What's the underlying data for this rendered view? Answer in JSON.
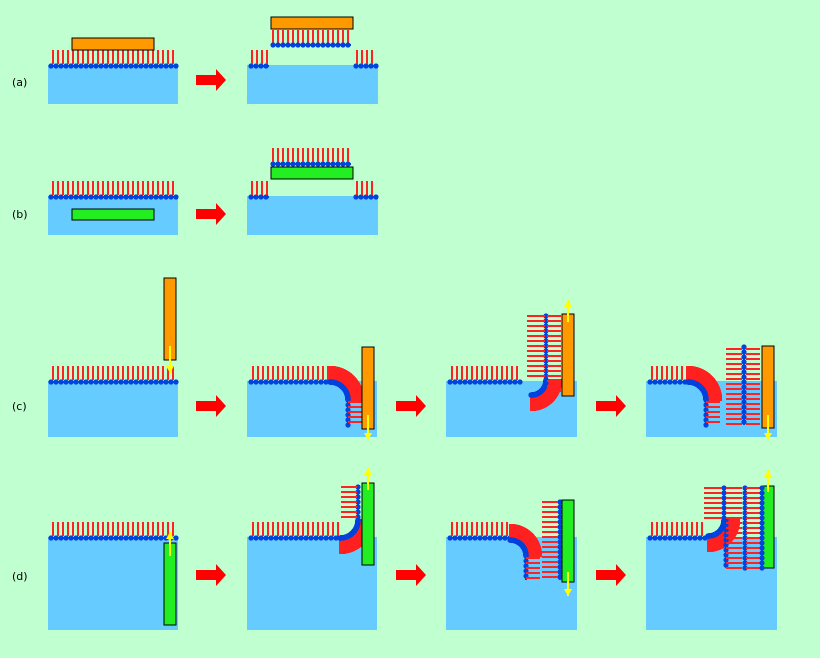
{
  "rows": [
    {
      "label": "(a)"
    },
    {
      "label": "(b)"
    },
    {
      "label": "(c)"
    },
    {
      "label": "(d)"
    }
  ],
  "colors": {
    "background": "#c0ffcf",
    "water": "#66ccff",
    "head": "#0044dd",
    "tail": "#ff2222",
    "hydrophobic_plate": "#ff9900",
    "hydrophilic_plate": "#22ee22",
    "arrow": "#ff0000",
    "motion_arrow": "#ffff00"
  },
  "icons": {
    "step": "red-right-arrow-icon",
    "motion": "yellow-up-down-arrow-icon"
  }
}
